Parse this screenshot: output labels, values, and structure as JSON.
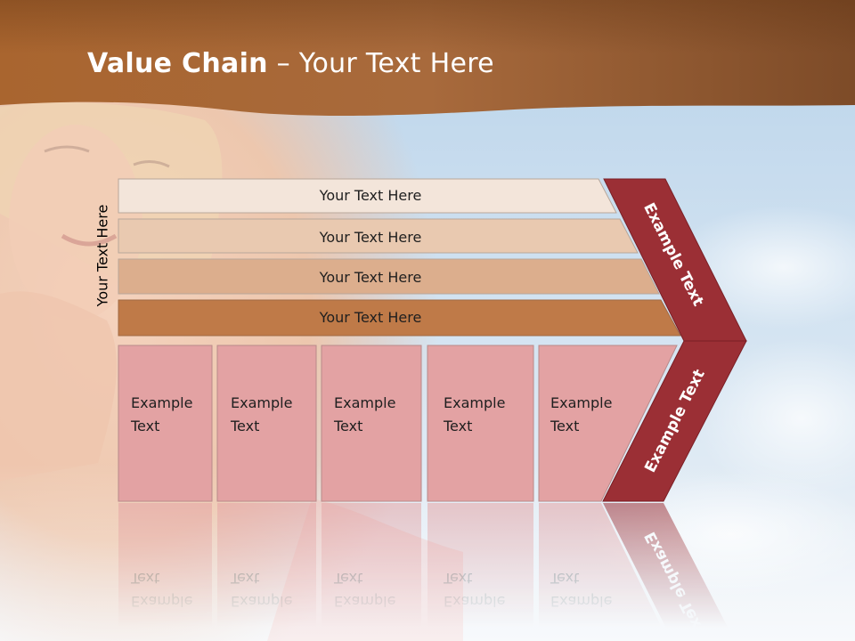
{
  "slide": {
    "title_bold": "Value Chain",
    "title_sep": " – ",
    "title_rest": "Your Text Here",
    "side_label": "Your Text Here"
  },
  "support_bars": [
    {
      "label": "Your Text Here",
      "color": "#f3e5da"
    },
    {
      "label": "Your Text Here",
      "color": "#e9c9b0"
    },
    {
      "label": "Your Text Here",
      "color": "#dcae8d"
    },
    {
      "label": "Your Text Here",
      "color": "#bf7a48"
    }
  ],
  "primary_boxes": [
    {
      "line1": "Example",
      "line2": "Text"
    },
    {
      "line1": "Example",
      "line2": "Text"
    },
    {
      "line1": "Example",
      "line2": "Text"
    },
    {
      "line1": "Example",
      "line2": "Text"
    },
    {
      "line1": "Example",
      "line2": "Text"
    }
  ],
  "chevron": {
    "upper_label": "Example Text",
    "lower_label": "Example Text",
    "color": "#9b2f35"
  },
  "colors": {
    "header": "#a8683a",
    "box_fill": "#e3a2a3"
  }
}
